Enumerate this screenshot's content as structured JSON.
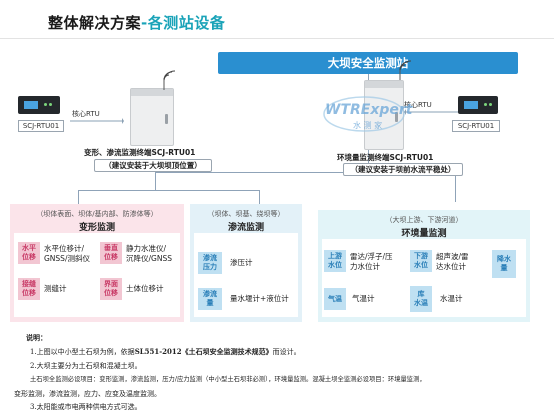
{
  "title": {
    "main": "整体解决方案",
    "highlight": "-各测站设备"
  },
  "banner": "大坝安全监测站",
  "left_station": {
    "rtu_label": "SCJ-RTU01",
    "core": "核心RTU",
    "caption": "变形、渗流监测终端SCJ-RTU01",
    "sub": "（建议安装于大坝坝顶位置）"
  },
  "right_station": {
    "rtu_label": "SCJ-RTU01",
    "core": "核心RTU",
    "caption": "环境量监测终端SCJ-RTU01",
    "sub": "（建议安装于坝前水流平稳处）"
  },
  "watermark": {
    "main": "WTRExpert",
    "sub": "水 测 家"
  },
  "panels": {
    "deform": {
      "sub": "（坝体表面、坝体/基内部、防渗体等）",
      "title": "变形监测",
      "rows": [
        {
          "chip": "水平\n位移",
          "text": "水平位移计/\nGNSS/测斜仪"
        },
        {
          "chip": "垂直\n位移",
          "text": "静力水准仪/\n沉降仪/GNSS"
        },
        {
          "chip": "接缝\n位移",
          "text": "测缝计"
        },
        {
          "chip": "界面\n位移",
          "text": "土体位移计"
        }
      ]
    },
    "seepage": {
      "sub": "（坝体、坝基、绕坝等）",
      "title": "渗流监测",
      "rows": [
        {
          "chip": "渗流\n压力",
          "text": "渗压计"
        },
        {
          "chip": "渗流\n量",
          "text": "量水堰计+液位计"
        }
      ]
    },
    "env": {
      "sub": "（大坝上游、下游河道）",
      "title": "环境量监测",
      "rows": [
        {
          "chip": "上游\n水位",
          "text": "雷达/浮子/压\n力水位计"
        },
        {
          "chip": "下游\n水位",
          "text": "超声波/雷\n达水位计"
        },
        {
          "chip": "降水\n量",
          "text": ""
        },
        {
          "chip": "气温",
          "text": "气温计"
        },
        {
          "chip": "库\n水温",
          "text": "水温计"
        }
      ]
    }
  },
  "notes": {
    "title": "说明：",
    "l1_pre": "1.上图以中小型土石坝为例，依据",
    "l1_bold": "SL551-2012《土石坝安全监测技术规范》",
    "l1_post": "而设计。",
    "l2": "2.大坝主要分为土石坝和混凝土坝。",
    "l3": "土石坝全监测必设项目：变形监测，渗流监测，压力/应力监测（中小型土石坝非必测），环境量监测。混凝土坝全监测必设项目：环境量监测，",
    "l4": "变形监测，渗流监测，应力、应变及温度监测。",
    "l5": "3.太阳能或市电两种供电方式可选。"
  }
}
